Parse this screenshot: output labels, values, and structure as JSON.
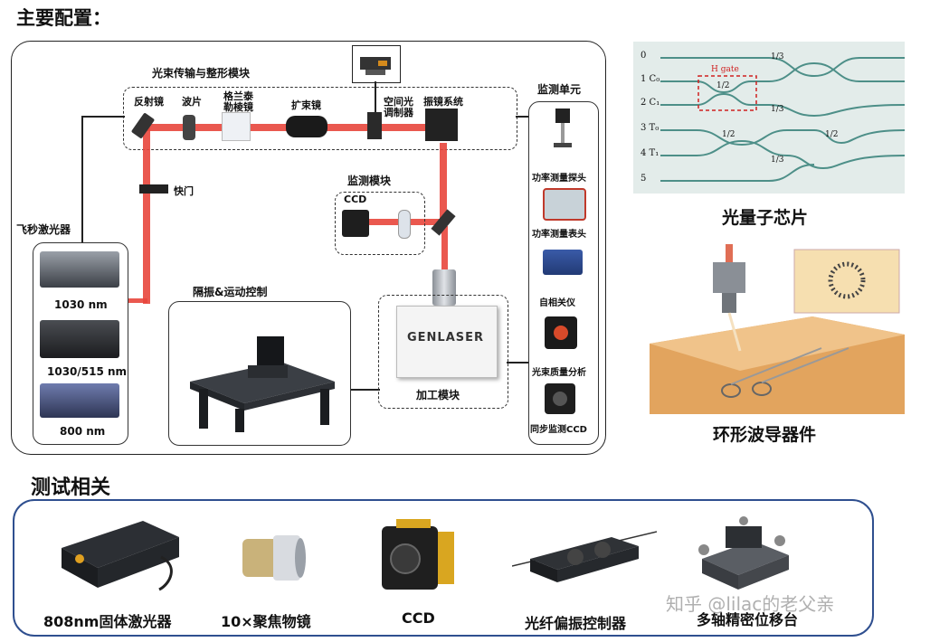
{
  "headings": {
    "main_config": "主要配置：",
    "test_related": "测试相关"
  },
  "main_panel": {
    "beam_module_title": "光束传输与整形模块",
    "components": {
      "mirror": "反射镜",
      "waveplate": "波片",
      "prism_line1": "格兰泰",
      "prism_line2": "勒棱镜",
      "expander": "扩束镜",
      "slm_line1": "空间光",
      "slm_line2": "调制器",
      "galvo": "振镜系统",
      "shutter": "快门"
    },
    "laser_title": "飞秒激光器",
    "lasers": [
      "1030 nm",
      "1030/515 nm",
      "800 nm"
    ],
    "monitor_module_title": "监测模块",
    "ccd_label": "CCD",
    "isolation_title": "隔振&运动控制",
    "processing_title": "加工模块",
    "genlaser": "GENLASER",
    "monitor_unit_title": "监测单元",
    "monitor_items": [
      "功率测量探头",
      "功率测量表头",
      "自相关仪",
      "光束质量分析",
      "同步监测CCD"
    ]
  },
  "chip": {
    "row_labels": [
      "0",
      "1 C₀",
      "2 C₁",
      "3 T₀",
      "4 T₁",
      "5"
    ],
    "gate_label": "H gate",
    "ratios": [
      "1/3",
      "1/2",
      "1/3",
      "1/2",
      "1/2",
      "1/3"
    ],
    "caption": "光量子芯片"
  },
  "waveguide": {
    "caption": "环形波导器件"
  },
  "test_items": [
    "808nm固体激光器",
    "10×聚焦物镜",
    "CCD",
    "光纤偏振控制器",
    "多轴精密位移台"
  ],
  "watermark": "知乎 @lilac的老父亲",
  "colors": {
    "beam": "#e8463c",
    "test_frame": "#2f4f8f",
    "chip_bg": "#e3ecea",
    "waveguide_line": "#4d8f88",
    "gate_box": "#d02020"
  }
}
